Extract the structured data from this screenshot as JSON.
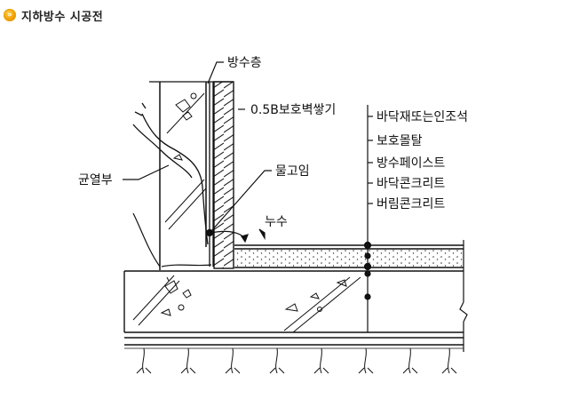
{
  "header": {
    "bullet_icon": "chevron-right-circle-icon",
    "title": "지하방수 시공전"
  },
  "labels": {
    "waterproof_layer": "방수층",
    "protective_wall": "0.5B보호벽쌓기",
    "crack": "균열부",
    "water_pooling": "물고임",
    "leak": "누수",
    "floor_finish": "바닥재또는인조석",
    "protective_mortar": "보호몰탈",
    "waterproof_paste": "방수페이스트",
    "floor_concrete": "바닥콘크리트",
    "lean_concrete": "버림콘크리트"
  },
  "colors": {
    "accent": "#f2a000",
    "ink": "#111111"
  }
}
